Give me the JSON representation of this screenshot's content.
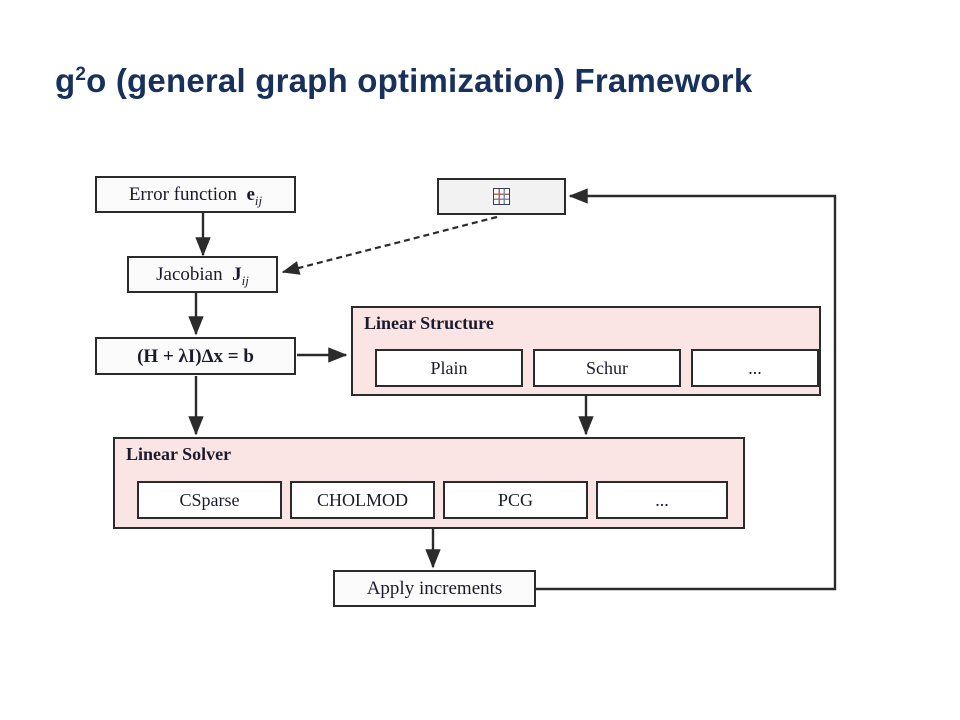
{
  "slide": {
    "title_prefix": "g",
    "title_sup": "2",
    "title_rest": "o (general graph optimization) Framework",
    "title_plain": "g2o (general graph optimization) Framework",
    "background": "#ffffff",
    "title_color": "#17315c"
  },
  "diagram": {
    "palette": {
      "node_fill": "#fbfbfb",
      "panel_fill": "#fbe4e4",
      "chip_fill": "#ffffff",
      "stroke": "#2b2b2b",
      "text": "#1a1a2e"
    },
    "nodes": {
      "error_function": {
        "label": "Error function",
        "symbol": "e",
        "symbol_sub": "ij"
      },
      "jacobian": {
        "label": "Jacobian",
        "symbol": "J",
        "symbol_sub": "ij"
      },
      "equation": {
        "label": "(H + λI)Δx = b"
      },
      "boxplus": {
        "label": "",
        "icon": "grid-boxplus-icon"
      },
      "apply_increments": {
        "label": "Apply increments"
      }
    },
    "groups": [
      {
        "id": "linear-structure",
        "title": "Linear Structure",
        "options": [
          "Plain",
          "Schur",
          "..."
        ]
      },
      {
        "id": "linear-solver",
        "title": "Linear Solver",
        "options": [
          "CSparse",
          "CHOLMOD",
          "PCG",
          "..."
        ]
      }
    ],
    "edges": [
      {
        "from": "error_function",
        "to": "jacobian",
        "style": "solid"
      },
      {
        "from": "jacobian",
        "to": "equation",
        "style": "solid"
      },
      {
        "from": "equation",
        "to": "linear-structure",
        "style": "solid"
      },
      {
        "from": "linear-structure",
        "to": "linear-solver",
        "style": "solid"
      },
      {
        "from": "equation",
        "to": "linear-solver",
        "style": "solid"
      },
      {
        "from": "linear-solver",
        "to": "apply_increments",
        "style": "solid"
      },
      {
        "from": "apply_increments",
        "to": "boxplus",
        "style": "solid-feedback"
      },
      {
        "from": "boxplus",
        "to": "jacobian",
        "style": "dashed"
      }
    ]
  }
}
